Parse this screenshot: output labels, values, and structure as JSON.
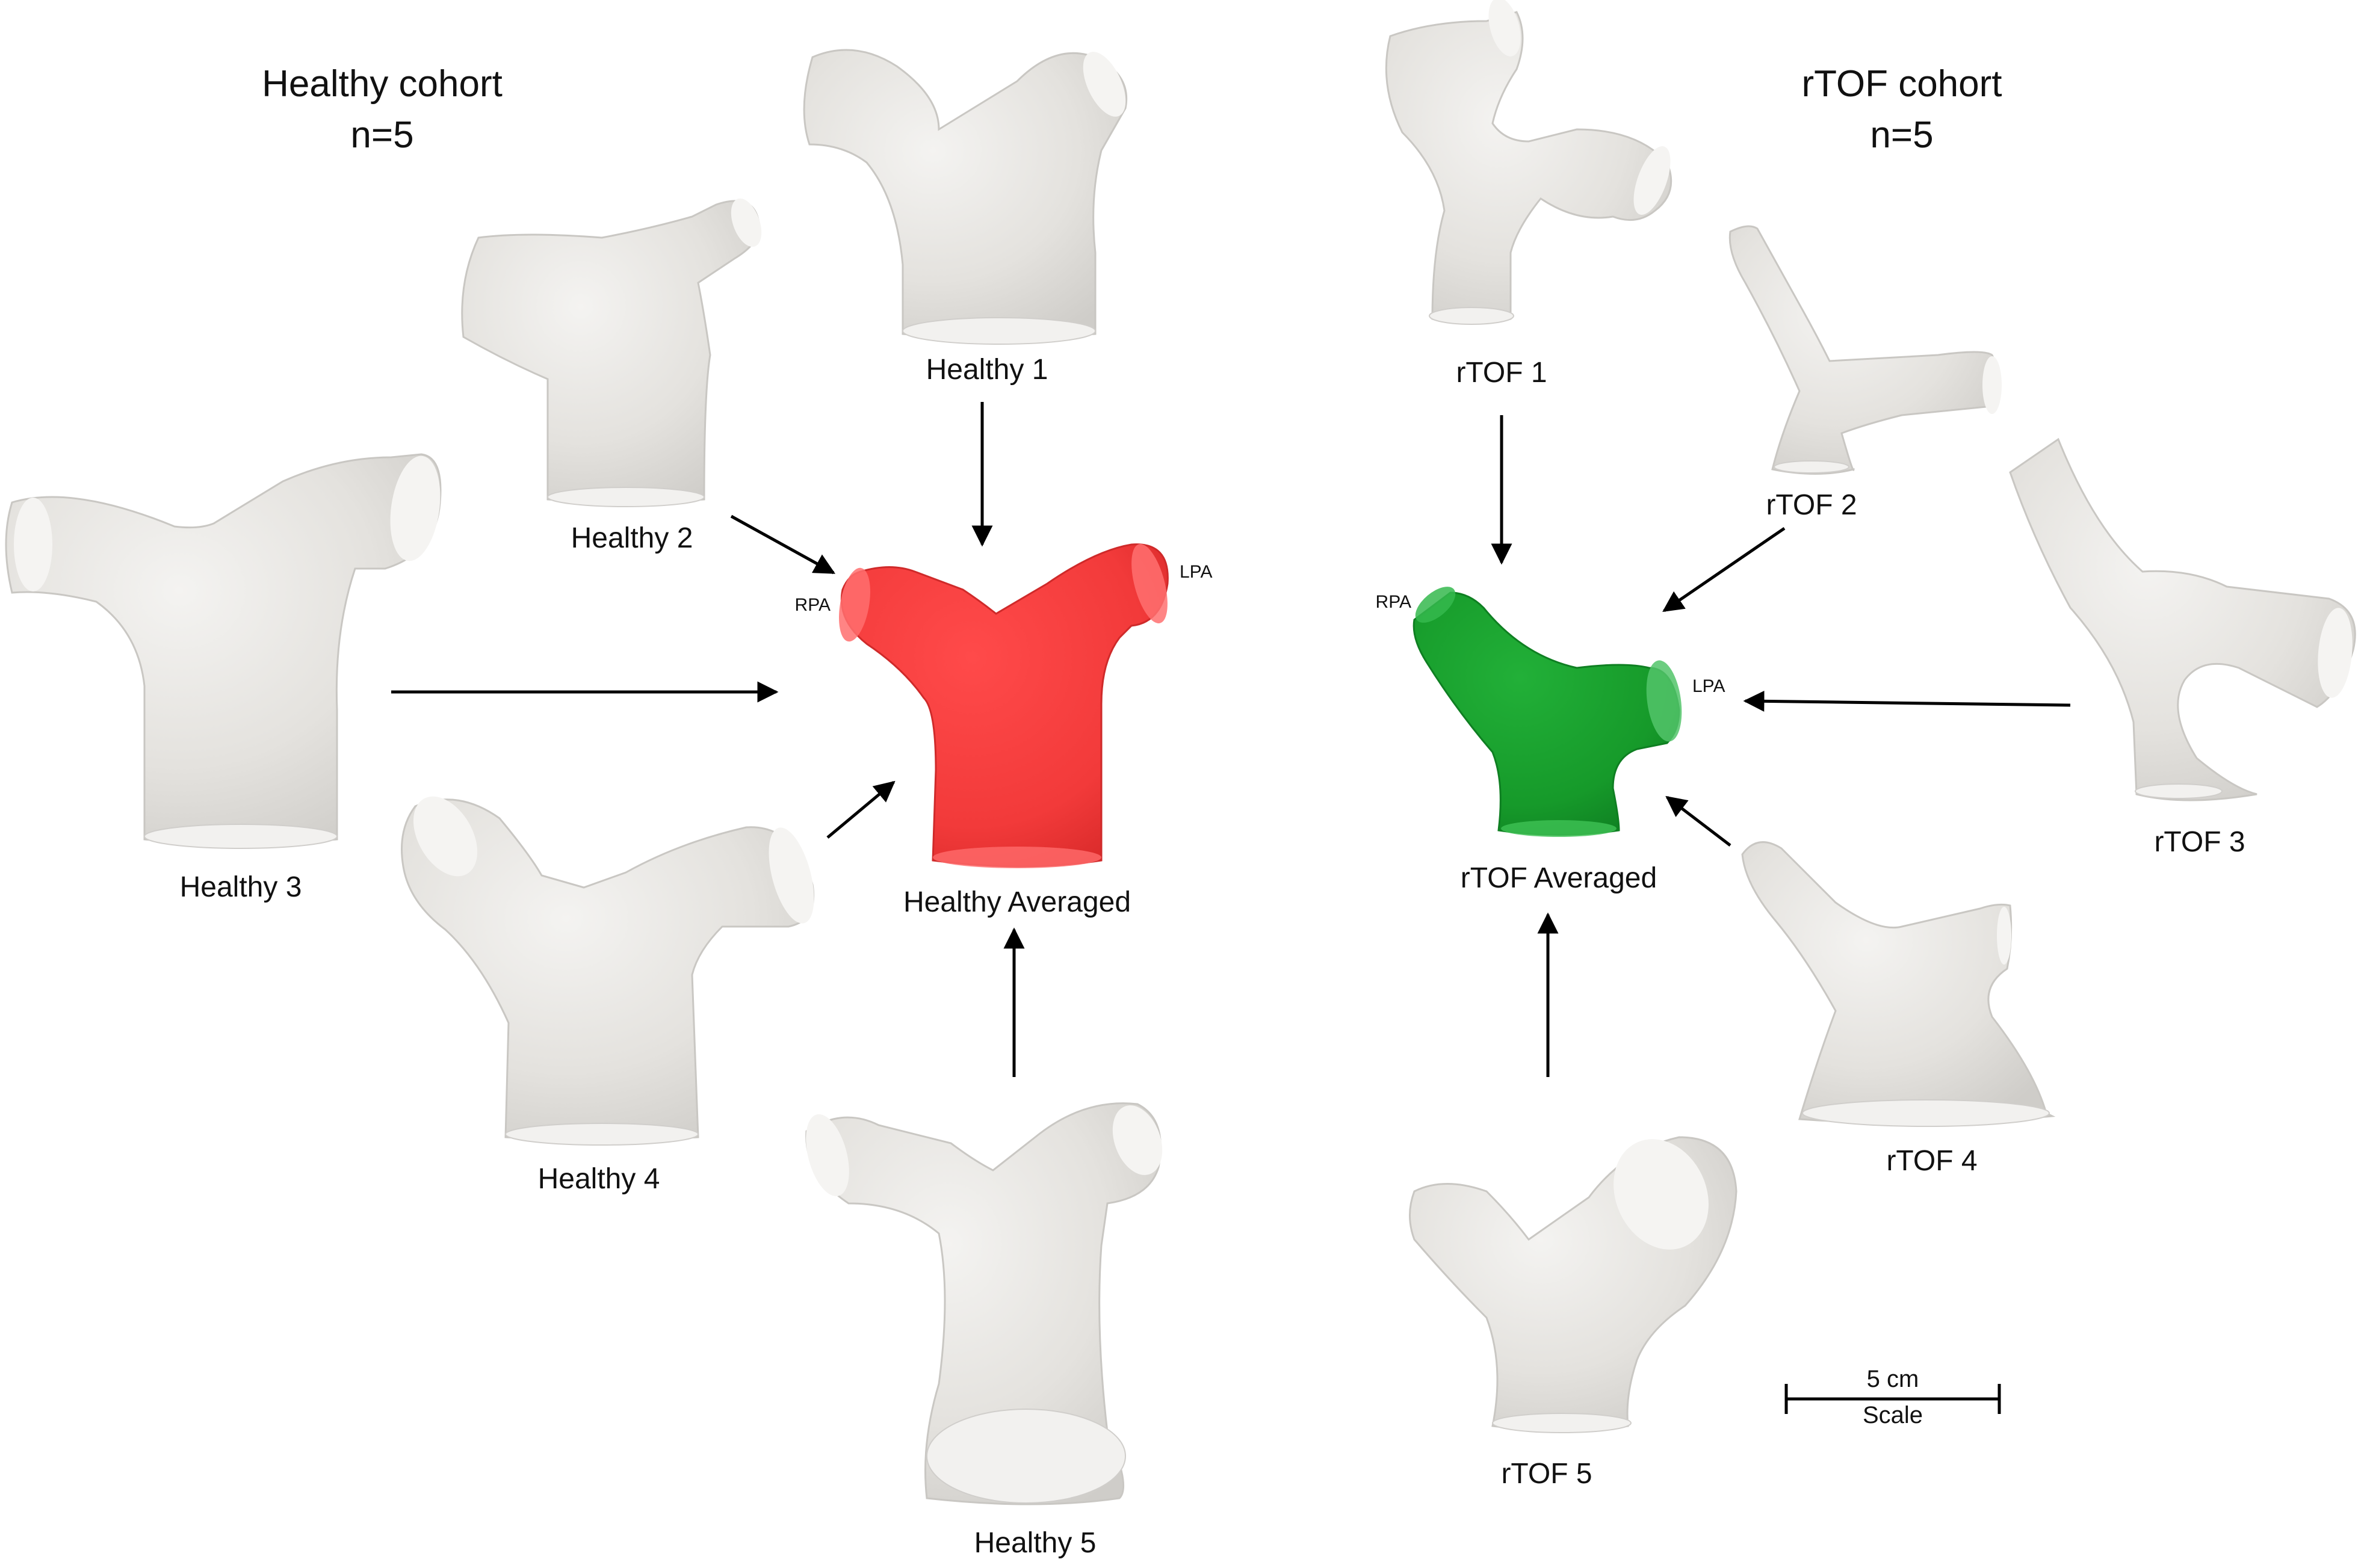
{
  "healthy_cohort": {
    "title": "Healthy cohort",
    "count": "n=5",
    "models": [
      "Healthy 1",
      "Healthy 2",
      "Healthy 3",
      "Healthy 4",
      "Healthy 5"
    ],
    "averaged": {
      "label": "Healthy Averaged",
      "color": "#f23a3a",
      "rpa_label": "RPA",
      "lpa_label": "LPA"
    }
  },
  "rtof_cohort": {
    "title": "rTOF cohort",
    "count": "n=5",
    "models": [
      "rTOF 1",
      "rTOF 2",
      "rTOF 3",
      "rTOF 4",
      "rTOF 5"
    ],
    "averaged": {
      "label": "rTOF Averaged",
      "color": "#169a2a",
      "rpa_label": "RPA",
      "lpa_label": "LPA"
    }
  },
  "scale_bar": {
    "length_label": "5 cm",
    "caption": "Scale"
  },
  "colors": {
    "model_fill": "#e4e2de",
    "model_edge": "#c9c7c3",
    "arrow": "#000000"
  }
}
